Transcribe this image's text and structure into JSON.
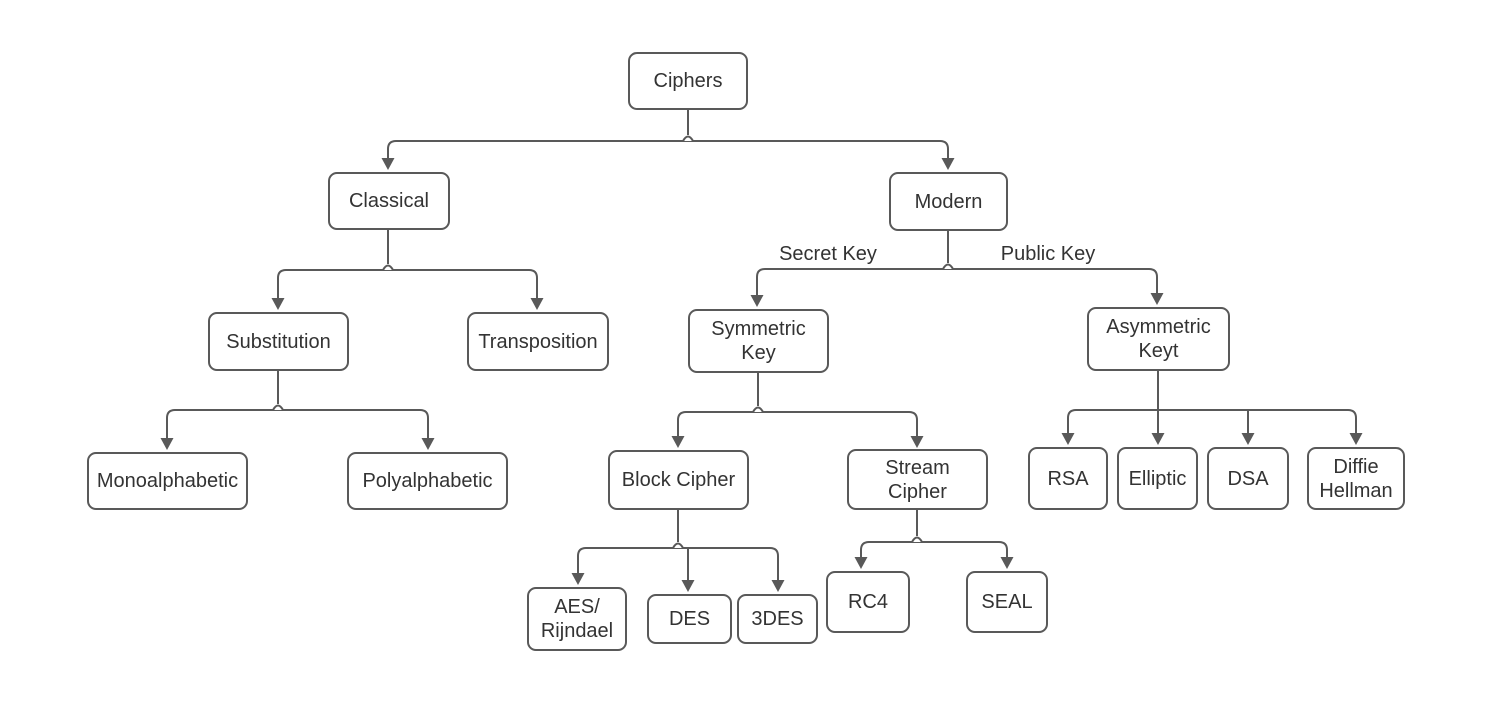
{
  "colors": {
    "stroke": "#595959",
    "text": "#333333",
    "background": "#ffffff"
  },
  "nodes": {
    "ciphers": {
      "label": "Ciphers"
    },
    "classical": {
      "label": "Classical"
    },
    "modern": {
      "label": "Modern"
    },
    "substitution": {
      "label": "Substitution"
    },
    "transposition": {
      "label": "Transposition"
    },
    "symmetric_key": {
      "label": "Symmetric\nKey"
    },
    "asymmetric_key": {
      "label": "Asymmetric\nKeyt"
    },
    "monoalphabetic": {
      "label": "Monoalphabetic"
    },
    "polyalphabetic": {
      "label": "Polyalphabetic"
    },
    "block_cipher": {
      "label": "Block Cipher"
    },
    "stream_cipher": {
      "label": "Stream\nCipher"
    },
    "aes_rijndael": {
      "label": "AES/\nRijndael"
    },
    "des": {
      "label": "DES"
    },
    "tdes": {
      "label": "3DES"
    },
    "rc4": {
      "label": "RC4"
    },
    "seal": {
      "label": "SEAL"
    },
    "rsa": {
      "label": "RSA"
    },
    "elliptic": {
      "label": "Elliptic"
    },
    "dsa": {
      "label": "DSA"
    },
    "diffie_hellman": {
      "label": "Diffie\nHellman"
    }
  },
  "edge_labels": {
    "secret_key": "Secret Key",
    "public_key": "Public Key"
  },
  "edges": [
    {
      "from": "ciphers",
      "to": "classical"
    },
    {
      "from": "ciphers",
      "to": "modern"
    },
    {
      "from": "classical",
      "to": "substitution"
    },
    {
      "from": "classical",
      "to": "transposition"
    },
    {
      "from": "modern",
      "to": "symmetric_key",
      "label": "Secret Key"
    },
    {
      "from": "modern",
      "to": "asymmetric_key",
      "label": "Public Key"
    },
    {
      "from": "substitution",
      "to": "monoalphabetic"
    },
    {
      "from": "substitution",
      "to": "polyalphabetic"
    },
    {
      "from": "symmetric_key",
      "to": "block_cipher"
    },
    {
      "from": "symmetric_key",
      "to": "stream_cipher"
    },
    {
      "from": "block_cipher",
      "to": "aes_rijndael"
    },
    {
      "from": "block_cipher",
      "to": "des"
    },
    {
      "from": "block_cipher",
      "to": "tdes"
    },
    {
      "from": "stream_cipher",
      "to": "rc4"
    },
    {
      "from": "stream_cipher",
      "to": "seal"
    },
    {
      "from": "asymmetric_key",
      "to": "rsa"
    },
    {
      "from": "asymmetric_key",
      "to": "elliptic"
    },
    {
      "from": "asymmetric_key",
      "to": "dsa"
    },
    {
      "from": "asymmetric_key",
      "to": "diffie_hellman"
    }
  ]
}
